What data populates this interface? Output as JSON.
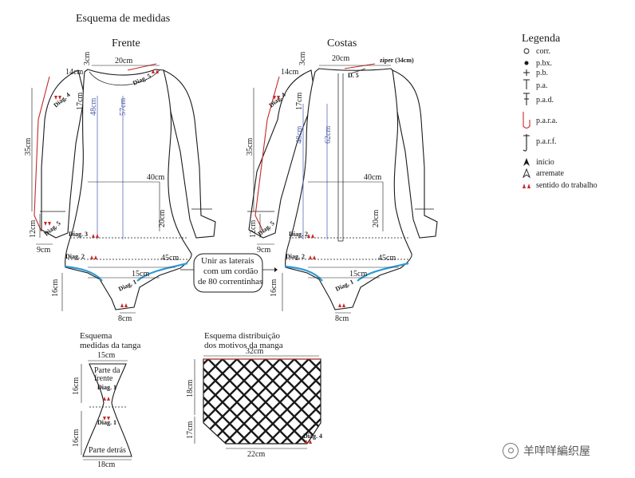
{
  "title": "Esquema de medidas",
  "front": {
    "label": "Frente",
    "measures": {
      "neck_width": "20cm",
      "neck_drop": "3cm",
      "shoulder": "14cm",
      "armhole": "17cm",
      "v1": "48cm",
      "v2": "57cm",
      "sleeve_len": "35cm",
      "cuff": "12cm",
      "cuff_w": "9cm",
      "bust": "40cm",
      "side": "20cm",
      "hip": "45cm",
      "crotch": "15cm",
      "crotch_h": "16cm",
      "bottom": "8cm"
    },
    "diags": [
      "Diag. 5",
      "Diag. 4",
      "Diag. 5",
      "Diag. 3",
      "Diag. 2",
      "Diag. 1"
    ]
  },
  "back": {
    "label": "Costas",
    "zipper": "zíper (34cm)",
    "measures": {
      "neck_width": "20cm",
      "neck_drop": "3cm",
      "shoulder": "14cm",
      "armhole": "17cm",
      "v1": "48cm",
      "v2": "62cm",
      "sleeve_len": "35cm",
      "cuff": "12cm",
      "cuff_w": "9cm",
      "bust": "40cm",
      "side": "20cm",
      "hip": "45cm",
      "crotch": "15cm",
      "crotch_h": "16cm",
      "bottom": "8cm"
    },
    "diags": [
      "D. 5",
      "Diag. 4",
      "Diag. 5",
      "Diag. 2",
      "Diag. 2",
      "Diag. 1"
    ]
  },
  "note": [
    "Unir as laterais",
    "com um cordão",
    "de 80 correntinhas"
  ],
  "legend": {
    "title": "Legenda",
    "items": [
      {
        "icon": "circle-icon",
        "label": "corr."
      },
      {
        "icon": "dot-icon",
        "label": "p.bx."
      },
      {
        "icon": "plus-icon",
        "label": "p.b."
      },
      {
        "icon": "t-icon",
        "label": "p.a."
      },
      {
        "icon": "t-bar-icon",
        "label": "p.a.d."
      },
      {
        "icon": "hook-red-icon",
        "label": "p.a.r.a."
      },
      {
        "icon": "hook-icon",
        "label": "p.a.r.f."
      },
      {
        "icon": "arrow-filled-icon",
        "label": "início"
      },
      {
        "icon": "arrow-outline-icon",
        "label": "arremate"
      },
      {
        "icon": "double-arrow-red-icon",
        "label": "sentido do trabalho"
      }
    ]
  },
  "thong": {
    "title": [
      "Esquema",
      "medidas da tanga"
    ],
    "top": "15cm",
    "bottom": "18cm",
    "h1": "16cm",
    "h2": "16cm",
    "front_part": [
      "Parte da",
      "frente"
    ],
    "back_part": "Parte detrás",
    "diag": "Diag. 1"
  },
  "sleeve_motifs": {
    "title": [
      "Esquema distribuição",
      "dos motivos da manga"
    ],
    "top": "32cm",
    "h1": "18cm",
    "h2": "17cm",
    "bottom": "22cm",
    "diag": "Diag. 4"
  },
  "watermark": "羊咩咩編织屋",
  "colors": {
    "red": "#c62828",
    "blue": "#4a5aa8",
    "cyan": "#2e9ad6"
  }
}
